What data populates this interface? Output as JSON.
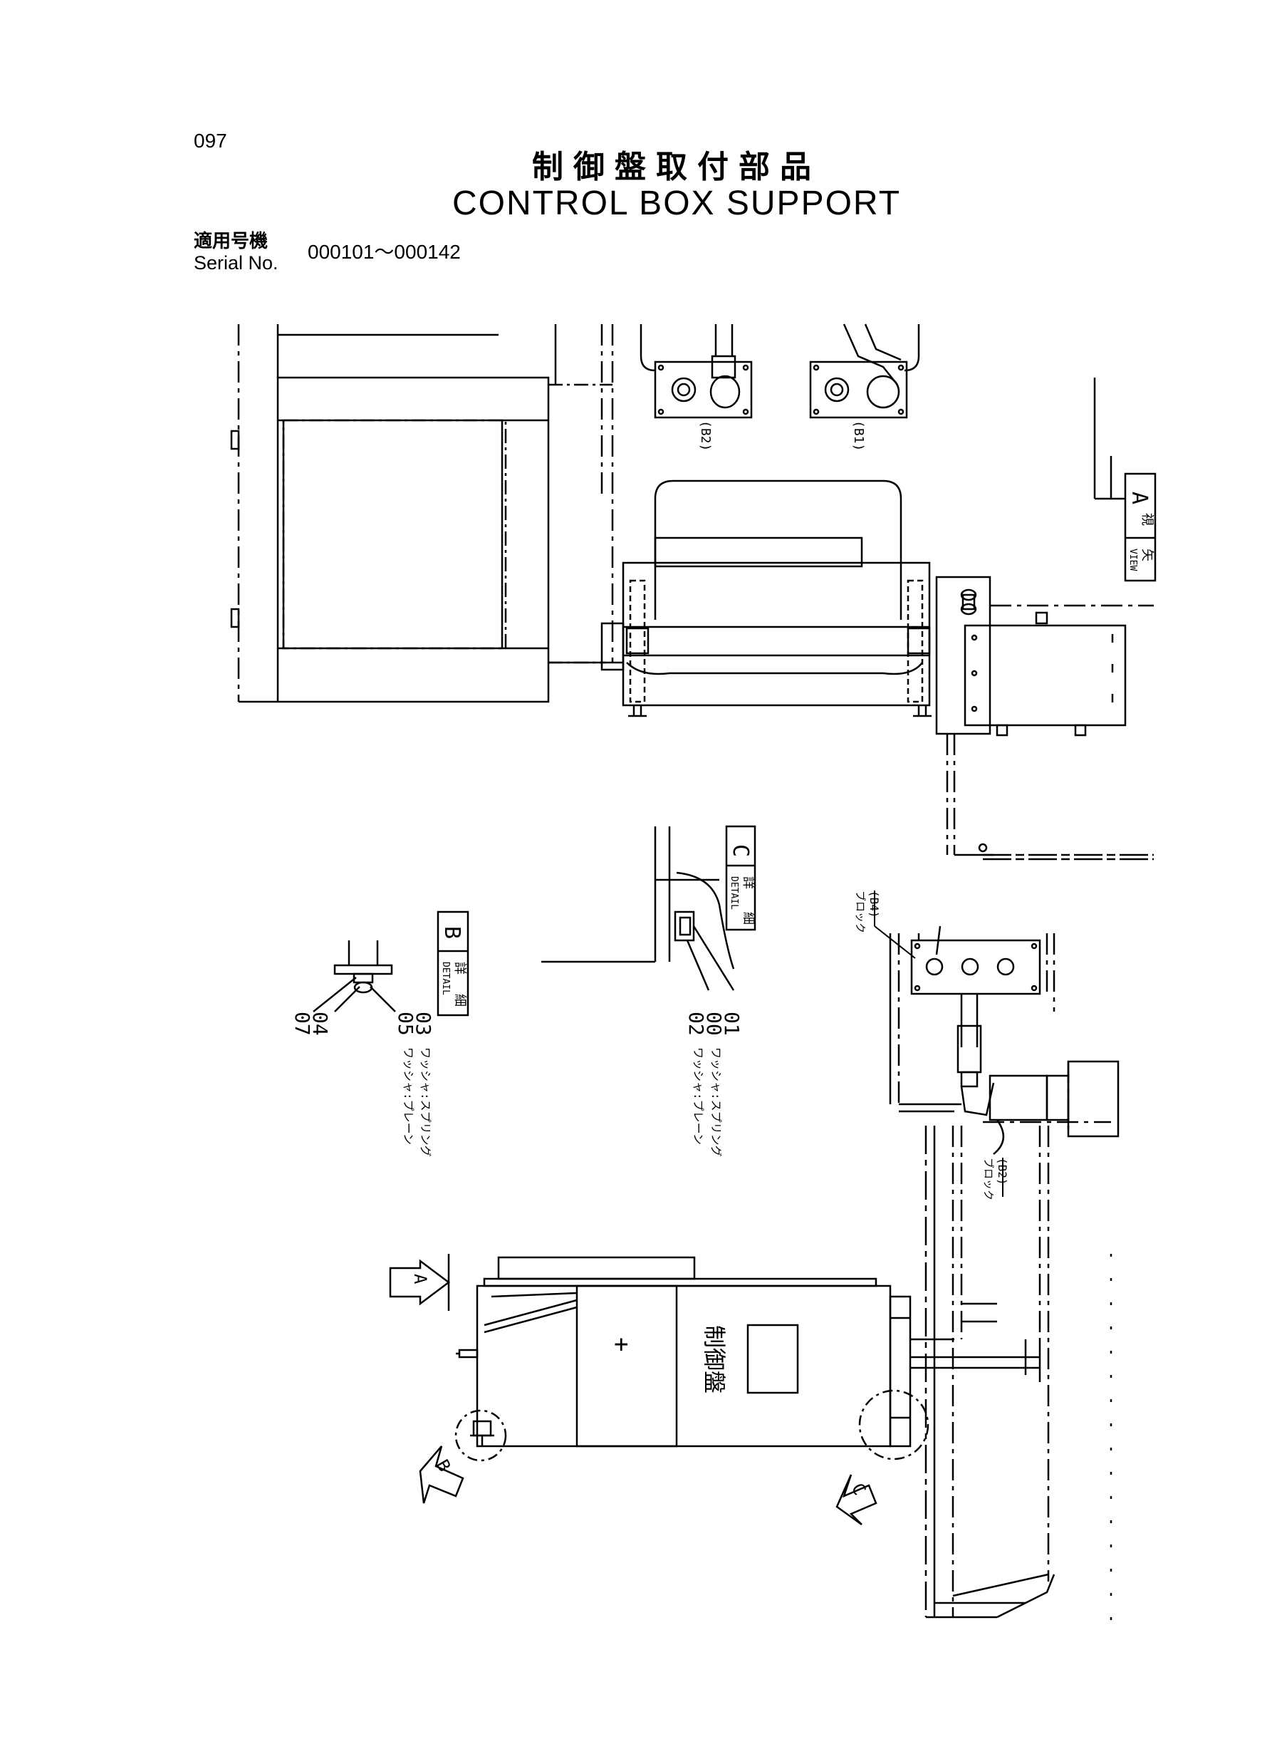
{
  "header": {
    "page_number": "097",
    "title_jp": "制御盤取付部品",
    "title_en": "CONTROL BOX SUPPORT",
    "serial_label_jp": "適用号機",
    "serial_label_en": "Serial No.",
    "serial_range": "000101～000142"
  },
  "labels": {
    "view_a": {
      "jp1": "矢",
      "jp2": "視",
      "en": "VIEW",
      "letter": "A"
    },
    "detail_b": {
      "jp1": "詳",
      "jp2": "細",
      "en": "DETAIL",
      "letter": "B"
    },
    "detail_c": {
      "jp1": "詳",
      "jp2": "細",
      "en": "DETAIL",
      "letter": "C"
    },
    "port_b2": "(B2)",
    "port_b1": "(B1)",
    "block_b4_name": "ブロック",
    "block_b4_port": "(B4)",
    "block_b2_name": "ブロック",
    "block_b2_port": "(B2)",
    "control_panel": "制御盤",
    "arrow_a": "A",
    "arrow_b": "B",
    "arrow_c": "C"
  },
  "parts_b": [
    {
      "no": "07",
      "name": ""
    },
    {
      "no": "04",
      "name": ""
    },
    {
      "no": "05",
      "name": "ワッシャ:プレーン"
    },
    {
      "no": "03",
      "name": "ワッシャ:スプリング"
    }
  ],
  "parts_c": [
    {
      "no": "02",
      "name": "ワッシャ:プレーン"
    },
    {
      "no": "00",
      "name": "ワッシャ:スプリング"
    },
    {
      "no": "01",
      "name": ""
    }
  ]
}
